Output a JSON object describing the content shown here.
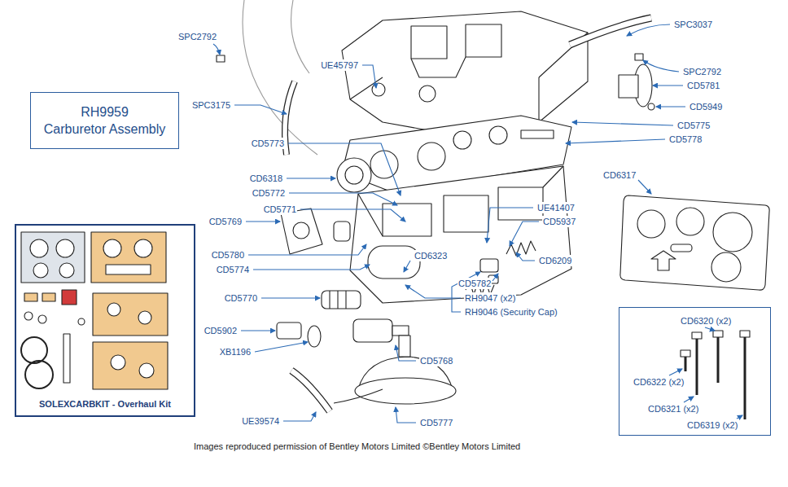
{
  "diagram": {
    "caption": "Images reproduced permission of Bentley Motors Limited ©Bentley Motors Limited",
    "nodes": [
      {
        "text": [
          "RH9959",
          "Carburetor Assembly"
        ]
      },
      {
        "text": [
          "SOLEXCARBKIT - Overhaul Kit"
        ]
      },
      {
        "text": [
          "CD6320 (x2)",
          "CD6322 (x2)",
          "CD6321 (x2)",
          "CD6319 (x2)"
        ]
      }
    ],
    "labels": [
      "SPC2792",
      "UE45797",
      "SPC3037",
      "SPC2792",
      "CD5781",
      "CD5949",
      "CD5775",
      "CD5778",
      "SPC3175",
      "CD5773",
      "CD6318",
      "CD5772",
      "CD5771",
      "CD5769",
      "UE41407",
      "CD5937",
      "CD6317",
      "CD5780",
      "CD5774",
      "CD6323",
      "CD6209",
      "CD5782",
      "RH9047 (x2)",
      "RH9046 (Security Cap)",
      "CD5770",
      "CD5902",
      "XB1196",
      "CD5768",
      "UE39574",
      "CD5777"
    ]
  }
}
